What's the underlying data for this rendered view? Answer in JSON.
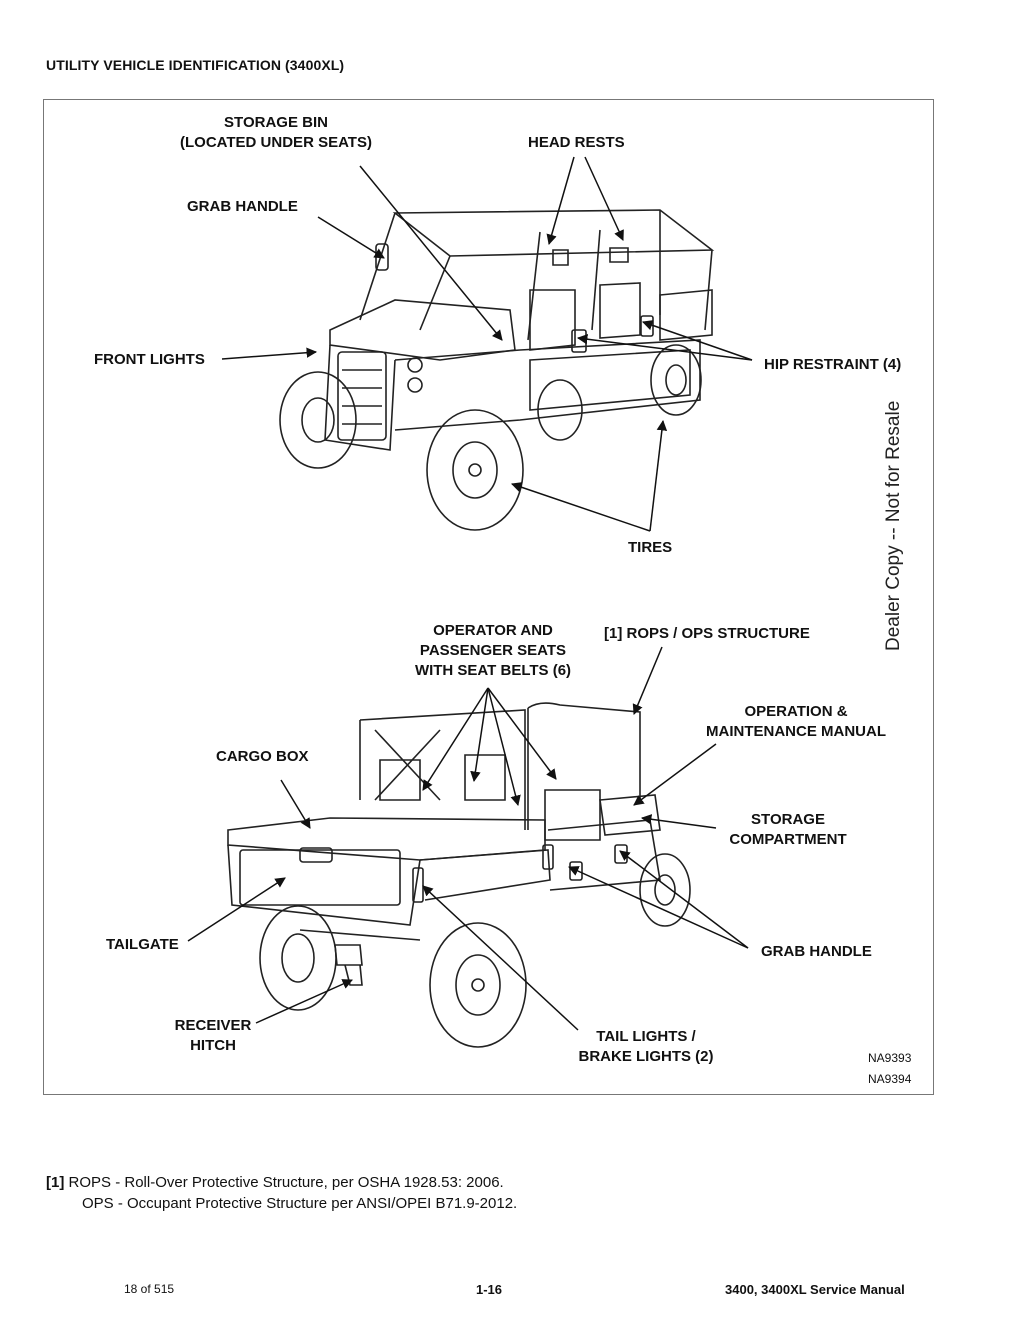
{
  "header": {
    "title": "UTILITY VEHICLE IDENTIFICATION (3400XL)"
  },
  "figure": {
    "front_view_labels": {
      "storage_bin_line1": "STORAGE BIN",
      "storage_bin_line2": "(LOCATED UNDER SEATS)",
      "head_rests": "HEAD RESTS",
      "grab_handle": "GRAB HANDLE",
      "front_lights": "FRONT LIGHTS",
      "hip_restraint": "HIP RESTRAINT (4)",
      "tires": "TIRES"
    },
    "rear_view_labels": {
      "seats_line1": "OPERATOR AND",
      "seats_line2": "PASSENGER SEATS",
      "seats_line3": "WITH SEAT BELTS (6)",
      "rops": "[1] ROPS / OPS STRUCTURE",
      "manual_line1": "OPERATION &",
      "manual_line2": "MAINTENANCE MANUAL",
      "cargo_box": "CARGO BOX",
      "storage_line1": "STORAGE",
      "storage_line2": "COMPARTMENT",
      "tailgate": "TAILGATE",
      "grab_handle": "GRAB HANDLE",
      "receiver_line1": "RECEIVER",
      "receiver_line2": "HITCH",
      "tail_line1": "TAIL LIGHTS /",
      "tail_line2": "BRAKE LIGHTS (2)"
    },
    "image_ids": [
      "NA9393",
      "NA9394"
    ]
  },
  "watermark": "Dealer Copy -- Not for Resale",
  "footnote": {
    "marker": "[1]",
    "line1": "ROPS - Roll-Over Protective Structure, per OSHA 1928.53: 2006.",
    "line2": "OPS - Occupant Protective Structure per ANSI/OPEI B71.9-2012."
  },
  "footer": {
    "page_count": "18 of 515",
    "page_number": "1-16",
    "manual_title": "3400, 3400XL Service Manual"
  }
}
